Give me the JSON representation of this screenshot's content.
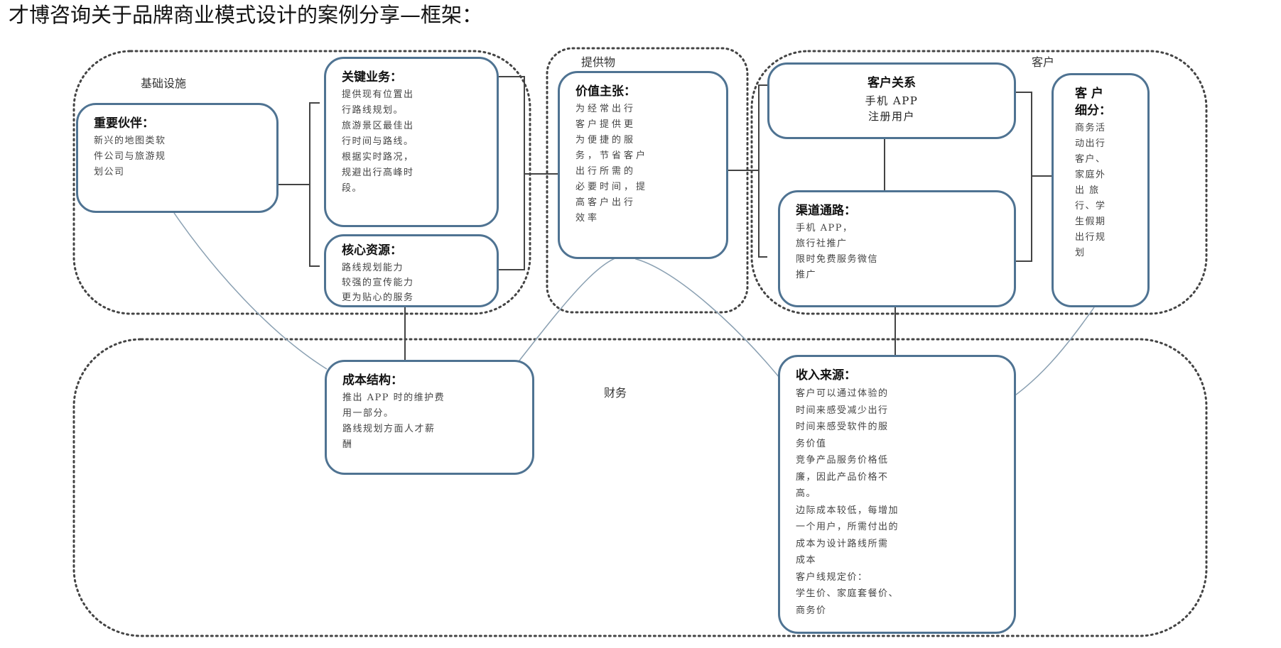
{
  "title": "才博咨询关于品牌商业模式设计的案例分享—框架：",
  "colors": {
    "box_border": "#4f7392",
    "group_border": "#444444",
    "connector": "#444444",
    "curve": "#8aa0b2"
  },
  "groups": {
    "infrastructure": "基础设施",
    "offering": "提供物",
    "customer": "客户",
    "finance": "财务"
  },
  "boxes": {
    "partners": {
      "title": "重要伙伴：",
      "text": "新兴的地图类软\n件公司与旅游规\n划公司"
    },
    "activities": {
      "title": "关键业务：",
      "text": "提供现有位置出\n行路线规划。\n旅游景区最佳出\n行时间与路线。\n根据实时路况，\n规避出行高峰时\n段。"
    },
    "resources": {
      "title": "核心资源：",
      "text": "路线规划能力\n较强的宣传能力\n更为贴心的服务"
    },
    "value": {
      "title": "价值主张：",
      "text": "为经常出行\n客户提供更\n为便捷的服\n务，节省客户\n出行所需的\n必要时间，提\n高客户出行\n效率"
    },
    "relations": {
      "title": "客户关系",
      "text": "手机 APP\n注册用户"
    },
    "channels": {
      "title": "渠道通路：",
      "text": "手机 APP，\n旅行社推广\n限时免费服务微信\n推广"
    },
    "segments": {
      "title": "客 户\n细分：",
      "text": "商务活\n动出行\n客户、\n家庭外\n出 旅\n行、学\n生假期\n出行规\n划"
    },
    "cost": {
      "title": "成本结构：",
      "text": "推出 APP 时的维护费\n用一部分。\n路线规划方面人才薪\n酬"
    },
    "revenue": {
      "title": "收入来源：",
      "text": "客户可以通过体验的\n时间来感受减少出行\n时间来感受软件的服\n务价值\n竞争产品服务价格低\n廉，因此产品价格不\n高。\n边际成本较低，每增加\n一个用户，所需付出的\n成本为设计路线所需\n成本\n客户线规定价：\n学生价、家庭套餐价、\n商务价"
    }
  }
}
